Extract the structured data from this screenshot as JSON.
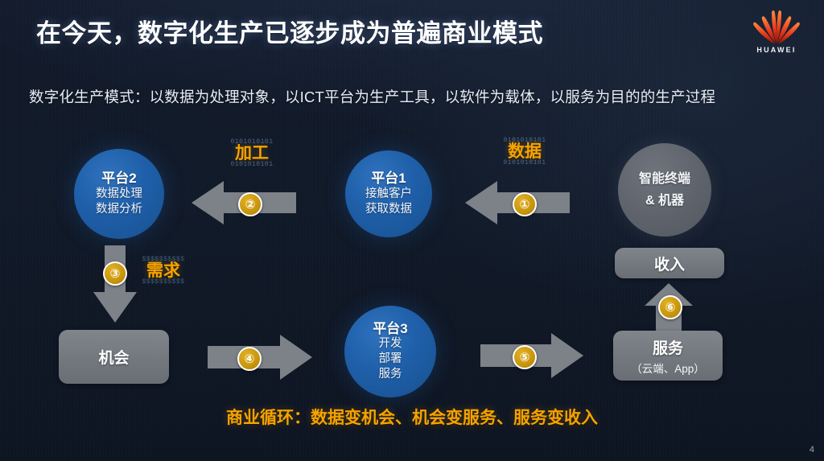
{
  "header": {
    "title": "在今天，数字化生产已逐步成为普遍商业模式",
    "subtitle": "数字化生产模式：以数据为处理对象，以ICT平台为生产工具，以软件为载体，以服务为目的的生产过程",
    "logo_wordmark": "HUAWEI"
  },
  "nodes": {
    "platform2": {
      "title": "平台2",
      "line1": "数据处理",
      "line2": "数据分析"
    },
    "platform1": {
      "title": "平台1",
      "line1": "接触客户",
      "line2": "获取数据"
    },
    "device": {
      "line1": "智能终端",
      "line2": "& 机器"
    },
    "platform3": {
      "title": "平台3",
      "line1": "开发",
      "line2": "部署",
      "line3": "服务"
    },
    "opportunity": {
      "label": "机会"
    },
    "revenue": {
      "label": "收入"
    },
    "service": {
      "label": "服务",
      "sub": "（云端、App）"
    }
  },
  "flow": {
    "step1": {
      "badge": "①",
      "label": "数据",
      "binary_top": "0101010101",
      "binary_bottom": "0101010101"
    },
    "step2": {
      "badge": "②",
      "label": "加工",
      "binary_top": "0101010101",
      "binary_bottom": "0101010101"
    },
    "step3": {
      "badge": "③",
      "label": "需求",
      "binary_top": "$$$$$$$$$$",
      "binary_bottom": "$$$$$$$$$$"
    },
    "step4": {
      "badge": "④"
    },
    "step5": {
      "badge": "⑤"
    },
    "step6": {
      "badge": "⑥"
    }
  },
  "footer": {
    "caption": "商业循环：数据变机会、机会变服务、服务变收入",
    "page_number": "4"
  },
  "colors": {
    "background": "#121a2a",
    "accent_orange": "#f5a300",
    "badge_gold": "#c8960c",
    "circle_blue": "#1f5fa9",
    "box_gray": "#73787f"
  }
}
